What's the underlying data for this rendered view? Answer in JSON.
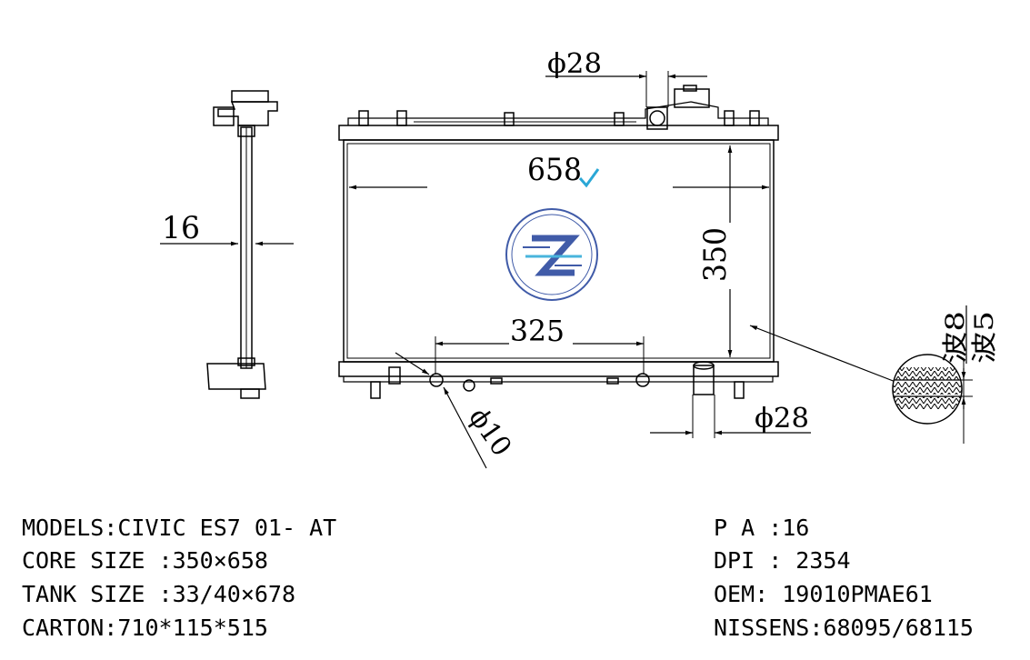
{
  "dimensions": {
    "width_label": "658",
    "height_label": "350",
    "thickness_label": "16",
    "inlet_diameter_label": "ϕ28",
    "outlet_diameter_label": "ϕ28",
    "fitting_spacing_label": "325",
    "fitting_diameter_label": "ϕ10",
    "fin_wave_top_label": "波8",
    "fin_wave_bottom_label": "波5"
  },
  "colors": {
    "line": "#000000",
    "logo": "#1f3f99",
    "accent": "#2aa7d6"
  },
  "specs_left": [
    "MODELS:CIVIC ES7 01- AT",
    "CORE SIZE :350×658",
    "TANK SIZE :33/40×678",
    "CARTON:710*115*515"
  ],
  "specs_right": [
    "P A :16",
    "DPI : 2354",
    "OEM: 19010PMAE61",
    "NISSENS:68095/68115"
  ]
}
